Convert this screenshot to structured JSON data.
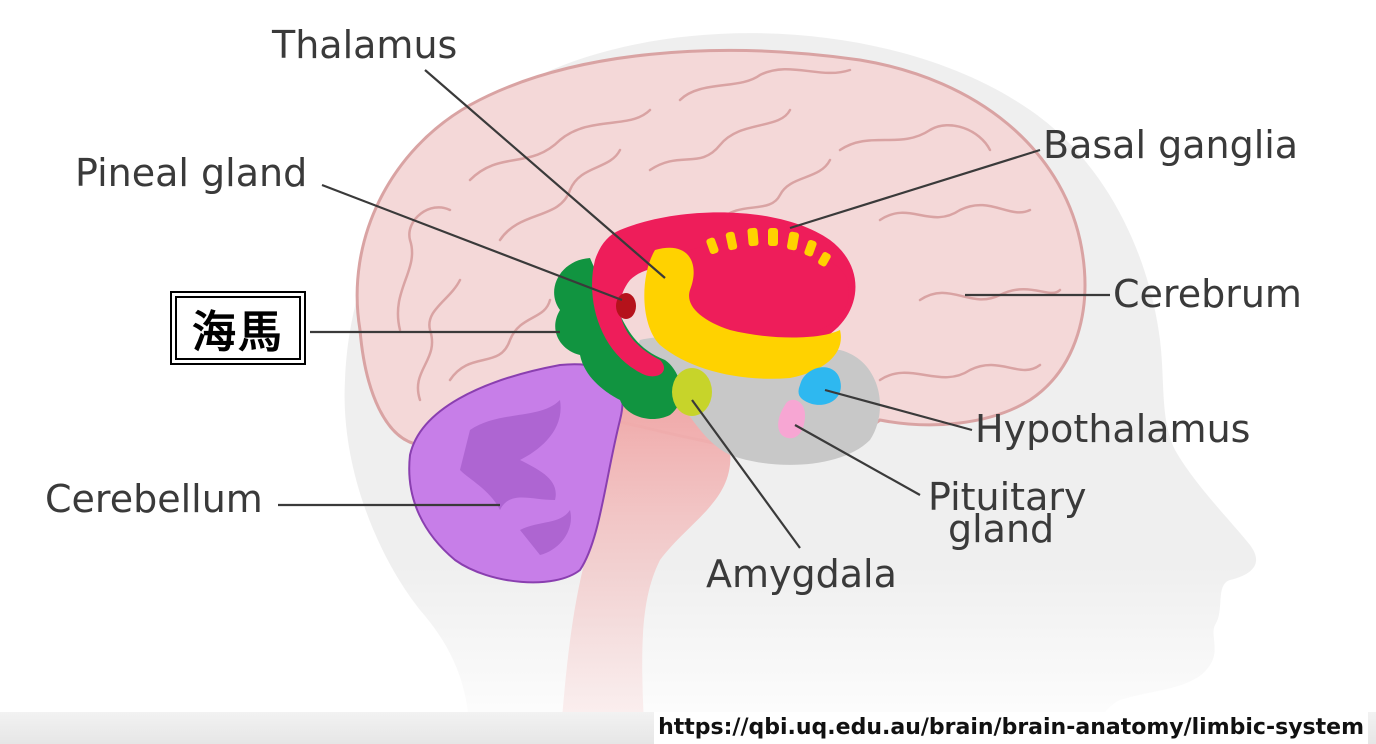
{
  "labels": {
    "thalamus": "Thalamus",
    "pineal_gland": "Pineal gland",
    "basal_ganglia": "Basal ganglia",
    "cerebrum": "Cerebrum",
    "hippocampus_ja": "海馬",
    "hypothalamus": "Hypothalamus",
    "cerebellum": "Cerebellum",
    "pituitary_line1": "Pituitary",
    "pituitary_line2": "gland",
    "amygdala": "Amygdala"
  },
  "source_url": "https://qbi.uq.edu.au/brain/brain-anatomy/limbic-system",
  "colors": {
    "head_silhouette": "#f2f2f2",
    "cerebrum": "#f4d8d8",
    "cerebrum_outline": "#d9a3a3",
    "basal_ganglia": "#ee1d5a",
    "thalamus": "#ffd200",
    "hippocampus": "#119440",
    "pineal_gland": "#b5121b",
    "amygdala": "#c7d42a",
    "hypothalamus": "#2eb8f0",
    "pituitary_gland": "#f7a6d3",
    "cerebellum": "#c77ee8",
    "brainstem": "#f2b3b3",
    "midbrain": "#c8c8c8"
  }
}
